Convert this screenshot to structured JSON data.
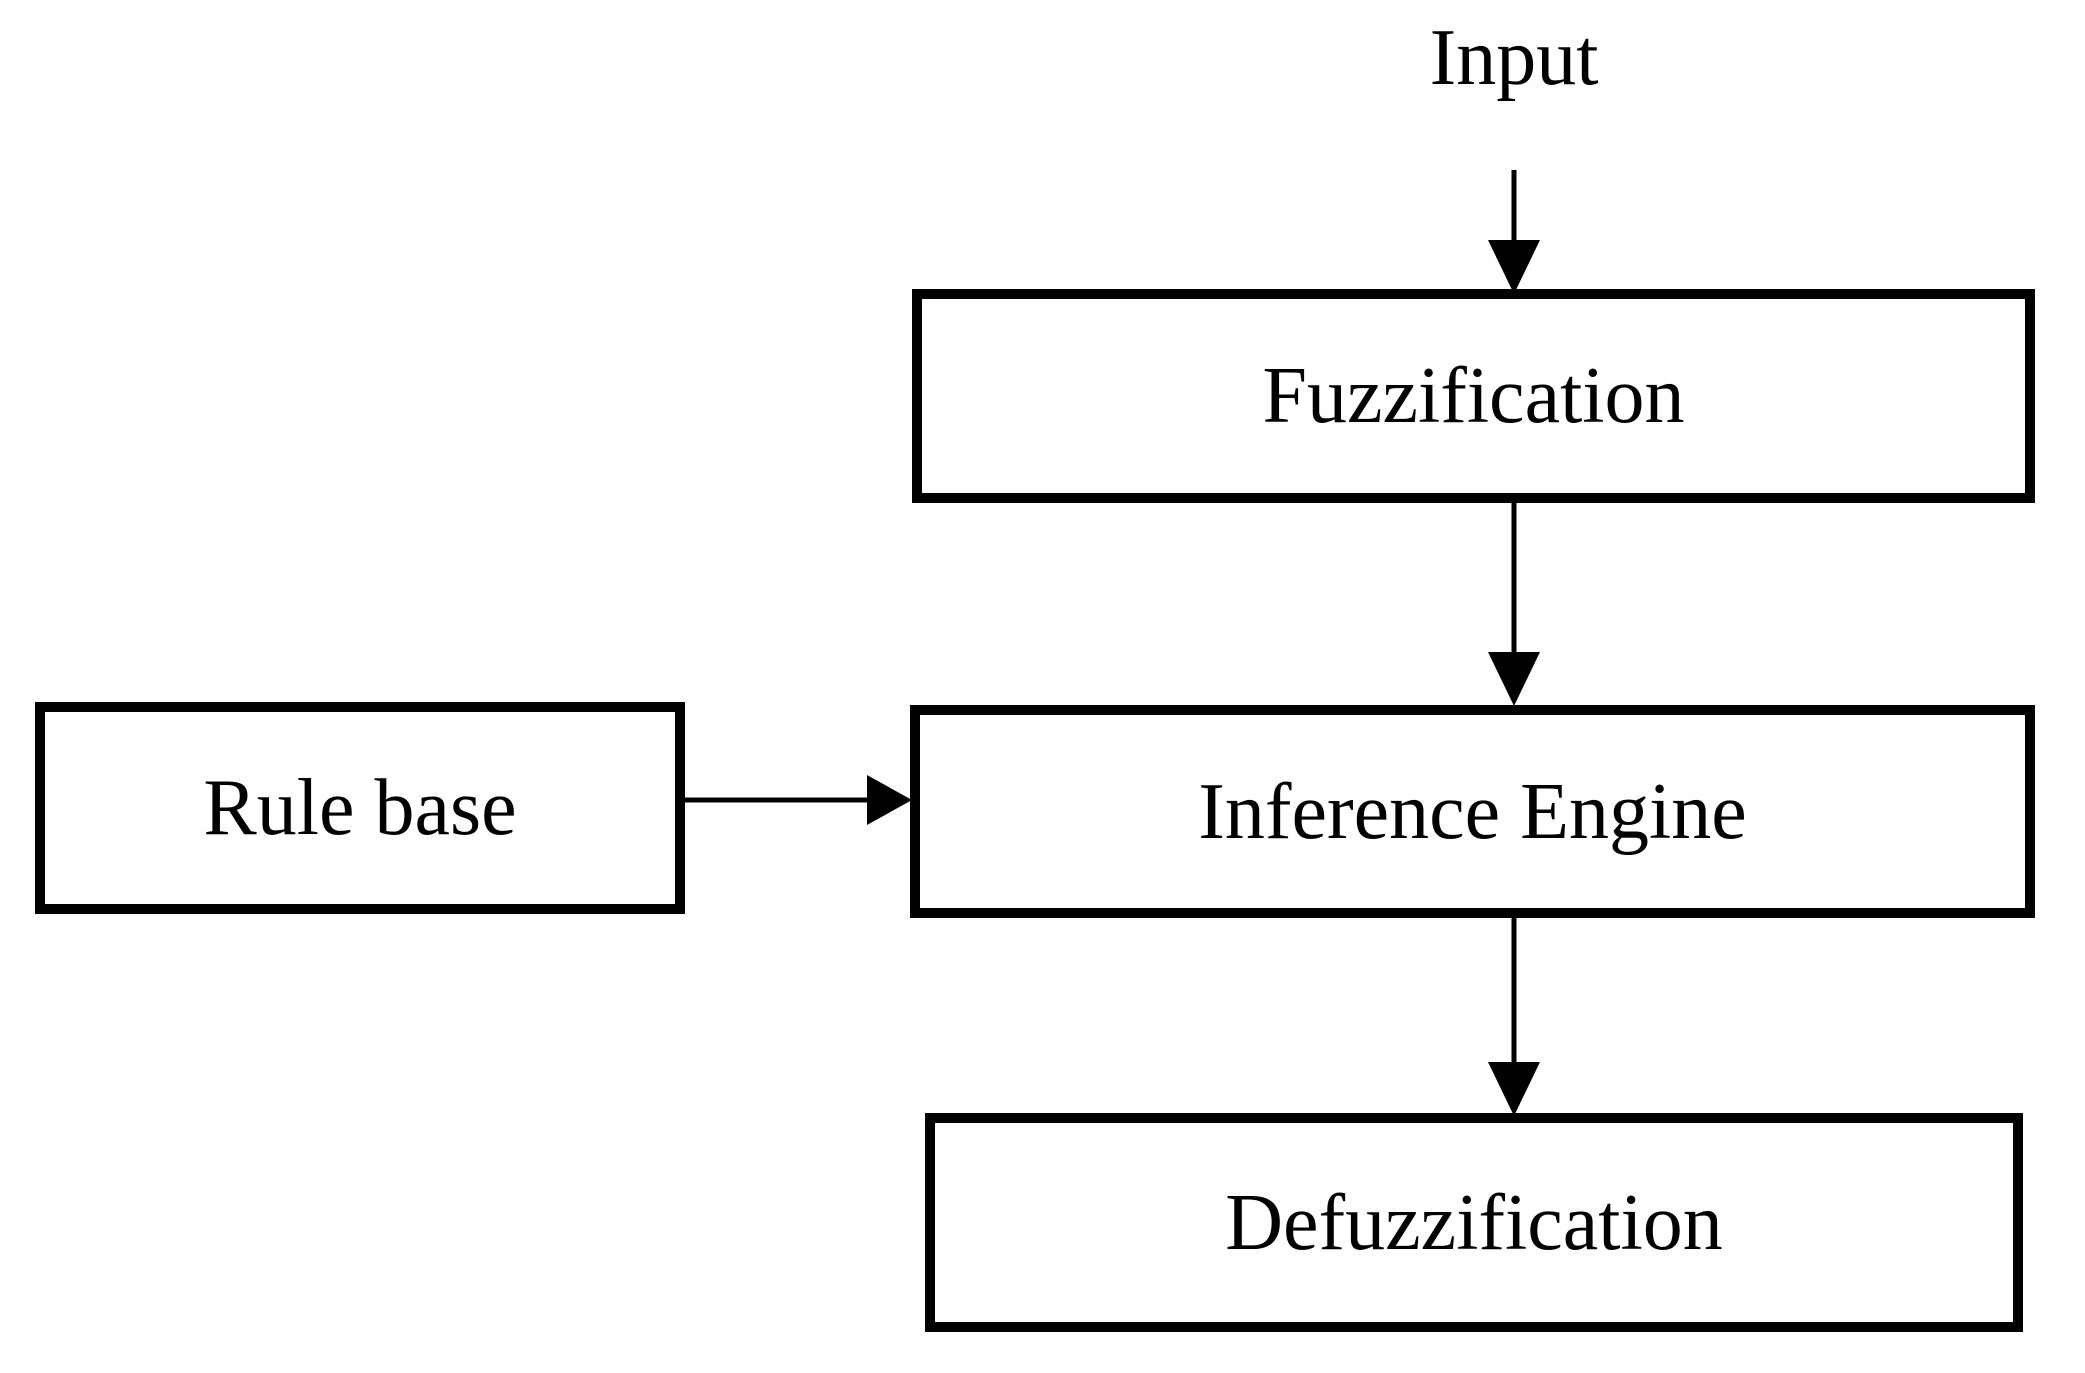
{
  "figure": {
    "type": "flowchart",
    "background_color": "#ffffff",
    "stroke_color": "#000000",
    "labels": {
      "input": "Input",
      "fuzzification": "Fuzzification",
      "rule_base": "Rule base",
      "inference_engine": "Inference Engine",
      "defuzzification": "Defuzzification"
    },
    "edges": [
      {
        "from": "Input",
        "to": "Fuzzification"
      },
      {
        "from": "Fuzzification",
        "to": "Inference Engine"
      },
      {
        "from": "Rule base",
        "to": "Inference Engine"
      },
      {
        "from": "Inference Engine",
        "to": "Defuzzification"
      }
    ]
  }
}
